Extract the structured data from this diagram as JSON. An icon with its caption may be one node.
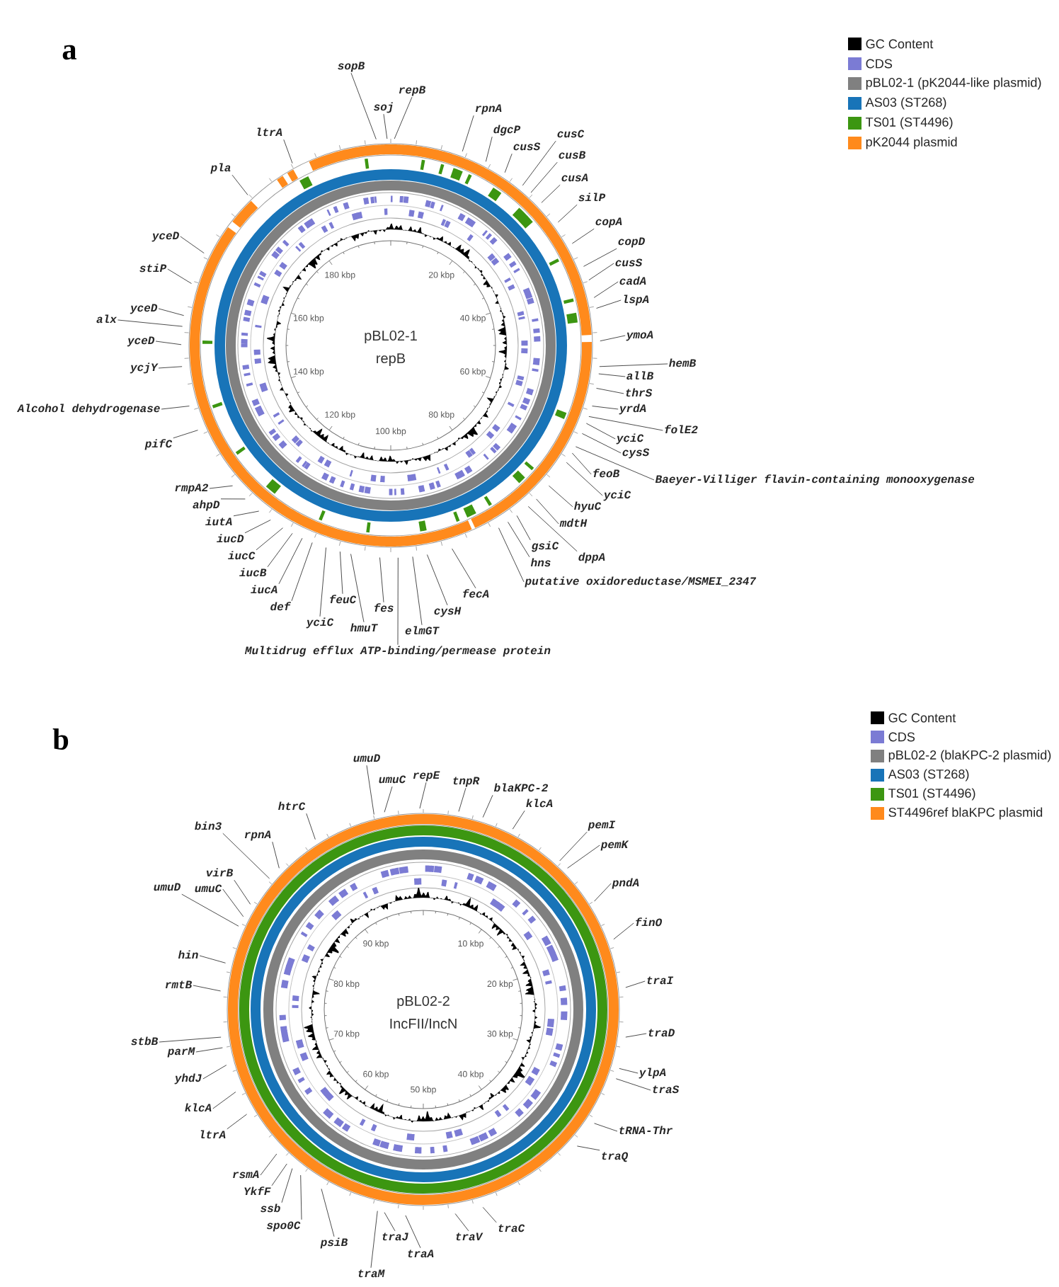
{
  "diagram": {
    "nodes": [
      {
        "text": [
          "pBL02-1",
          "repB"
        ]
      },
      {
        "text": [
          "sopB"
        ]
      },
      {
        "text": [
          "repB"
        ]
      },
      {
        "text": [
          "soj"
        ]
      },
      {
        "text": [
          "rpnA"
        ]
      },
      {
        "text": [
          "dgcP"
        ]
      },
      {
        "text": [
          "cusS"
        ]
      },
      {
        "text": [
          "cusC"
        ]
      },
      {
        "text": [
          "cusB"
        ]
      },
      {
        "text": [
          "cusA"
        ]
      },
      {
        "text": [
          "silP"
        ]
      },
      {
        "text": [
          "copA"
        ]
      },
      {
        "text": [
          "copD"
        ]
      },
      {
        "text": [
          "cusS"
        ]
      },
      {
        "text": [
          "cadA"
        ]
      },
      {
        "text": [
          "lspA"
        ]
      },
      {
        "text": [
          "ymoA"
        ]
      },
      {
        "text": [
          "hemB"
        ]
      },
      {
        "text": [
          "allB"
        ]
      },
      {
        "text": [
          "thrS"
        ]
      },
      {
        "text": [
          "yrdA"
        ]
      },
      {
        "text": [
          "folE2"
        ]
      },
      {
        "text": [
          "yciC"
        ]
      },
      {
        "text": [
          "cysS"
        ]
      },
      {
        "text": [
          "feoB"
        ]
      },
      {
        "text": [
          "Baeyer-Villiger flavin-containing monooxygenase"
        ]
      },
      {
        "text": [
          "yciC"
        ]
      },
      {
        "text": [
          "hyuC"
        ]
      },
      {
        "text": [
          "mdtH"
        ]
      },
      {
        "text": [
          "gsiC"
        ]
      },
      {
        "text": [
          "dppA"
        ]
      },
      {
        "text": [
          "hns"
        ]
      },
      {
        "text": [
          "putative oxidoreductase/MSMEI_2347"
        ]
      },
      {
        "text": [
          "fecA"
        ]
      },
      {
        "text": [
          "cysH"
        ]
      },
      {
        "text": [
          "elmGT"
        ]
      },
      {
        "text": [
          "Multidrug efflux ATP-binding/permease protein"
        ]
      },
      {
        "text": [
          "fes"
        ]
      },
      {
        "text": [
          "hmuT"
        ]
      },
      {
        "text": [
          "feuC"
        ]
      },
      {
        "text": [
          "yciC"
        ]
      },
      {
        "text": [
          "def"
        ]
      },
      {
        "text": [
          "iucA"
        ]
      },
      {
        "text": [
          "iucB"
        ]
      },
      {
        "text": [
          "iucC"
        ]
      },
      {
        "text": [
          "iucD"
        ]
      },
      {
        "text": [
          "iutA"
        ]
      },
      {
        "text": [
          "ahpD"
        ]
      },
      {
        "text": [
          "rmpA2"
        ]
      },
      {
        "text": [
          "pifC"
        ]
      },
      {
        "text": [
          "Alcohol dehydrogenase"
        ]
      },
      {
        "text": [
          "ycjY"
        ]
      },
      {
        "text": [
          "yceD"
        ]
      },
      {
        "text": [
          "alx"
        ]
      },
      {
        "text": [
          "yceD"
        ]
      },
      {
        "text": [
          "stiP"
        ]
      },
      {
        "text": [
          "yceD"
        ]
      },
      {
        "text": [
          "pla"
        ]
      },
      {
        "text": [
          "ltrA"
        ]
      },
      {
        "text": [
          "pBL02-2",
          "IncFII/IncN"
        ]
      },
      {
        "text": [
          "umuD"
        ]
      },
      {
        "text": [
          "umuC"
        ]
      },
      {
        "text": [
          "repE"
        ]
      },
      {
        "text": [
          "tnpR"
        ]
      },
      {
        "text": [
          "blaKPC-2"
        ]
      },
      {
        "text": [
          "klcA"
        ]
      },
      {
        "text": [
          "pemI"
        ]
      },
      {
        "text": [
          "pemK"
        ]
      },
      {
        "text": [
          "pndA"
        ]
      },
      {
        "text": [
          "finO"
        ]
      },
      {
        "text": [
          "traI"
        ]
      },
      {
        "text": [
          "traD"
        ]
      },
      {
        "text": [
          "ylpA"
        ]
      },
      {
        "text": [
          "traS"
        ]
      },
      {
        "text": [
          "tRNA-Thr"
        ]
      },
      {
        "text": [
          "traQ"
        ]
      },
      {
        "text": [
          "traC"
        ]
      },
      {
        "text": [
          "traV"
        ]
      },
      {
        "text": [
          "traA"
        ]
      },
      {
        "text": [
          "traJ"
        ]
      },
      {
        "text": [
          "traM"
        ]
      },
      {
        "text": [
          "psiB"
        ]
      },
      {
        "text": [
          "spo0C"
        ]
      },
      {
        "text": [
          "ssb"
        ]
      },
      {
        "text": [
          "YkfF"
        ]
      },
      {
        "text": [
          "rsmA"
        ]
      },
      {
        "text": [
          "ltrA"
        ]
      },
      {
        "text": [
          "klcA"
        ]
      },
      {
        "text": [
          "yhdJ"
        ]
      },
      {
        "text": [
          "parM"
        ]
      },
      {
        "text": [
          "stbB"
        ]
      },
      {
        "text": [
          "rmtB"
        ]
      },
      {
        "text": [
          "hin"
        ]
      },
      {
        "text": [
          "umuD"
        ]
      },
      {
        "text": [
          "umuC"
        ]
      },
      {
        "text": [
          "virB"
        ]
      },
      {
        "text": [
          "bin3"
        ]
      },
      {
        "text": [
          "rpnA"
        ]
      },
      {
        "text": [
          "htrC"
        ]
      }
    ],
    "edges": [
      {
        "from": 1,
        "to": 0,
        "arrow": "none"
      },
      {
        "from": 2,
        "to": 0,
        "arrow": "none"
      },
      {
        "from": 3,
        "to": 0,
        "arrow": "none"
      },
      {
        "from": 4,
        "to": 0,
        "arrow": "none"
      },
      {
        "from": 5,
        "to": 0,
        "arrow": "none"
      },
      {
        "from": 6,
        "to": 0,
        "arrow": "none"
      },
      {
        "from": 7,
        "to": 0,
        "arrow": "none"
      },
      {
        "from": 8,
        "to": 0,
        "arrow": "none"
      },
      {
        "from": 9,
        "to": 0,
        "arrow": "none"
      },
      {
        "from": 10,
        "to": 0,
        "arrow": "none"
      },
      {
        "from": 11,
        "to": 0,
        "arrow": "none"
      },
      {
        "from": 12,
        "to": 0,
        "arrow": "none"
      },
      {
        "from": 13,
        "to": 0,
        "arrow": "none"
      },
      {
        "from": 14,
        "to": 0,
        "arrow": "none"
      },
      {
        "from": 15,
        "to": 0,
        "arrow": "none"
      },
      {
        "from": 16,
        "to": 0,
        "arrow": "none"
      },
      {
        "from": 17,
        "to": 0,
        "arrow": "none"
      },
      {
        "from": 18,
        "to": 0,
        "arrow": "none"
      },
      {
        "from": 19,
        "to": 0,
        "arrow": "none"
      },
      {
        "from": 20,
        "to": 0,
        "arrow": "none"
      },
      {
        "from": 21,
        "to": 0,
        "arrow": "none"
      },
      {
        "from": 22,
        "to": 0,
        "arrow": "none"
      },
      {
        "from": 23,
        "to": 0,
        "arrow": "none"
      },
      {
        "from": 24,
        "to": 0,
        "arrow": "none"
      },
      {
        "from": 25,
        "to": 0,
        "arrow": "none"
      },
      {
        "from": 26,
        "to": 0,
        "arrow": "none"
      },
      {
        "from": 27,
        "to": 0,
        "arrow": "none"
      },
      {
        "from": 28,
        "to": 0,
        "arrow": "none"
      },
      {
        "from": 29,
        "to": 0,
        "arrow": "none"
      },
      {
        "from": 30,
        "to": 0,
        "arrow": "none"
      },
      {
        "from": 31,
        "to": 0,
        "arrow": "none"
      },
      {
        "from": 32,
        "to": 0,
        "arrow": "none"
      },
      {
        "from": 33,
        "to": 0,
        "arrow": "none"
      },
      {
        "from": 34,
        "to": 0,
        "arrow": "none"
      },
      {
        "from": 35,
        "to": 0,
        "arrow": "none"
      },
      {
        "from": 36,
        "to": 0,
        "arrow": "none"
      },
      {
        "from": 37,
        "to": 0,
        "arrow": "none"
      },
      {
        "from": 38,
        "to": 0,
        "arrow": "none"
      },
      {
        "from": 39,
        "to": 0,
        "arrow": "none"
      },
      {
        "from": 40,
        "to": 0,
        "arrow": "none"
      },
      {
        "from": 41,
        "to": 0,
        "arrow": "none"
      },
      {
        "from": 42,
        "to": 0,
        "arrow": "none"
      },
      {
        "from": 43,
        "to": 0,
        "arrow": "none"
      },
      {
        "from": 44,
        "to": 0,
        "arrow": "none"
      },
      {
        "from": 45,
        "to": 0,
        "arrow": "none"
      },
      {
        "from": 46,
        "to": 0,
        "arrow": "none"
      },
      {
        "from": 47,
        "to": 0,
        "arrow": "none"
      },
      {
        "from": 48,
        "to": 0,
        "arrow": "none"
      },
      {
        "from": 49,
        "to": 0,
        "arrow": "none"
      },
      {
        "from": 50,
        "to": 0,
        "arrow": "none"
      },
      {
        "from": 51,
        "to": 0,
        "arrow": "none"
      },
      {
        "from": 52,
        "to": 0,
        "arrow": "none"
      },
      {
        "from": 53,
        "to": 0,
        "arrow": "none"
      },
      {
        "from": 54,
        "to": 0,
        "arrow": "none"
      },
      {
        "from": 55,
        "to": 0,
        "arrow": "none"
      },
      {
        "from": 56,
        "to": 0,
        "arrow": "none"
      },
      {
        "from": 57,
        "to": 0,
        "arrow": "none"
      },
      {
        "from": 58,
        "to": 0,
        "arrow": "none"
      },
      {
        "from": 60,
        "to": 59,
        "arrow": "none"
      },
      {
        "from": 61,
        "to": 59,
        "arrow": "none"
      },
      {
        "from": 62,
        "to": 59,
        "arrow": "none"
      },
      {
        "from": 63,
        "to": 59,
        "arrow": "none"
      },
      {
        "from": 64,
        "to": 59,
        "arrow": "none"
      },
      {
        "from": 65,
        "to": 59,
        "arrow": "none"
      },
      {
        "from": 66,
        "to": 59,
        "arrow": "none"
      },
      {
        "from": 67,
        "to": 59,
        "arrow": "none"
      },
      {
        "from": 68,
        "to": 59,
        "arrow": "none"
      },
      {
        "from": 69,
        "to": 59,
        "arrow": "none"
      },
      {
        "from": 70,
        "to": 59,
        "arrow": "none"
      },
      {
        "from": 71,
        "to": 59,
        "arrow": "none"
      },
      {
        "from": 72,
        "to": 59,
        "arrow": "none"
      },
      {
        "from": 73,
        "to": 59,
        "arrow": "none"
      },
      {
        "from": 74,
        "to": 59,
        "arrow": "none"
      },
      {
        "from": 75,
        "to": 59,
        "arrow": "none"
      },
      {
        "from": 76,
        "to": 59,
        "arrow": "none"
      },
      {
        "from": 77,
        "to": 59,
        "arrow": "none"
      },
      {
        "from": 78,
        "to": 59,
        "arrow": "none"
      },
      {
        "from": 79,
        "to": 59,
        "arrow": "none"
      },
      {
        "from": 80,
        "to": 59,
        "arrow": "none"
      },
      {
        "from": 81,
        "to": 59,
        "arrow": "none"
      },
      {
        "from": 82,
        "to": 59,
        "arrow": "none"
      },
      {
        "from": 83,
        "to": 59,
        "arrow": "none"
      },
      {
        "from": 84,
        "to": 59,
        "arrow": "none"
      },
      {
        "from": 85,
        "to": 59,
        "arrow": "none"
      },
      {
        "from": 86,
        "to": 59,
        "arrow": "none"
      },
      {
        "from": 87,
        "to": 59,
        "arrow": "none"
      },
      {
        "from": 88,
        "to": 59,
        "arrow": "none"
      },
      {
        "from": 89,
        "to": 59,
        "arrow": "none"
      },
      {
        "from": 90,
        "to": 59,
        "arrow": "none"
      },
      {
        "from": 91,
        "to": 59,
        "arrow": "none"
      },
      {
        "from": 92,
        "to": 59,
        "arrow": "none"
      },
      {
        "from": 93,
        "to": 59,
        "arrow": "none"
      },
      {
        "from": 94,
        "to": 59,
        "arrow": "none"
      },
      {
        "from": 95,
        "to": 59,
        "arrow": "none"
      },
      {
        "from": 96,
        "to": 59,
        "arrow": "none"
      },
      {
        "from": 97,
        "to": 59,
        "arrow": "none"
      },
      {
        "from": 98,
        "to": 59,
        "arrow": "none"
      }
    ],
    "labels": [
      "a",
      "20 kbp",
      "40 kbp",
      "60 kbp",
      "80 kbp",
      "100 kbp",
      "120 kbp",
      "140 kbp",
      "160 kbp",
      "180 kbp",
      "b",
      "10 kbp",
      "20 kbp",
      "30 kbp",
      "40 kbp",
      "50 kbp",
      "60 kbp",
      "70 kbp",
      "80 kbp",
      "90 kbp"
    ],
    "legend": [
      {
        "text": "GC Content",
        "color": "#000000"
      },
      {
        "text": "CDS",
        "color": "#7b7bd4"
      },
      {
        "text": "pBL02-1 (pK2044-like plasmid)",
        "color": "#808080"
      },
      {
        "text": "AS03 (ST268)",
        "color": "#1874b8"
      },
      {
        "text": "TS01 (ST4496)",
        "color": "#3c9611"
      },
      {
        "text": "pK2044 plasmid",
        "color": "#ff8a1c"
      },
      {
        "text": "GC Content",
        "color": "#000000"
      },
      {
        "text": "CDS",
        "color": "#7b7bd4"
      },
      {
        "text": "pBL02-2 (blaKPC-2 plasmid)",
        "color": "#808080"
      },
      {
        "text": "AS03 (ST268)",
        "color": "#1874b8"
      },
      {
        "text": "TS01 (ST4496)",
        "color": "#3c9611"
      },
      {
        "text": "ST4496ref blaKPC plasmid",
        "color": "#ff8a1c"
      }
    ]
  }
}
